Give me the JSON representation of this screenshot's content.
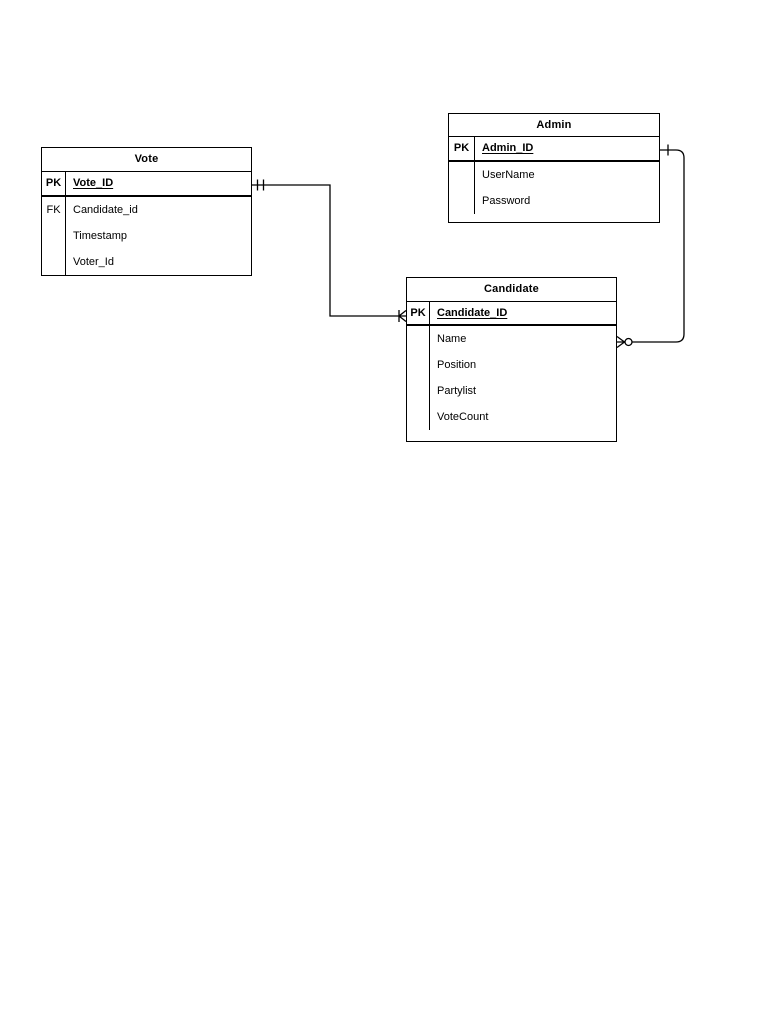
{
  "diagram": {
    "tables": {
      "vote": {
        "title": "Vote",
        "pk_row": {
          "key": "PK",
          "field": "Vote_ID"
        },
        "attributes": [
          {
            "key": "FK",
            "field": "Candidate_id"
          },
          {
            "key": "",
            "field": "Timestamp"
          },
          {
            "key": "",
            "field": "Voter_Id"
          }
        ]
      },
      "admin": {
        "title": "Admin",
        "pk_row": {
          "key": "PK",
          "field": "Admin_ID"
        },
        "attributes": [
          {
            "key": "",
            "field": "UserName"
          },
          {
            "key": "",
            "field": "Password"
          }
        ]
      },
      "candidate": {
        "title": "Candidate",
        "pk_row": {
          "key": "PK",
          "field": "Candidate_ID"
        },
        "attributes": [
          {
            "key": "",
            "field": "Name"
          },
          {
            "key": "",
            "field": "Position"
          },
          {
            "key": "",
            "field": "Partylist"
          },
          {
            "key": "",
            "field": "VoteCount"
          }
        ]
      }
    },
    "relationships": [
      {
        "from": "Vote",
        "to": "Candidate",
        "from_cardinality": "one-and-only-one",
        "to_cardinality": "one-or-many"
      },
      {
        "from": "Admin",
        "to": "Candidate",
        "from_cardinality": "one",
        "to_cardinality": "zero-or-many"
      }
    ]
  },
  "colors": {
    "line": "#000000",
    "table_border": "#000000",
    "text": "#000000",
    "background": "#ffffff"
  }
}
